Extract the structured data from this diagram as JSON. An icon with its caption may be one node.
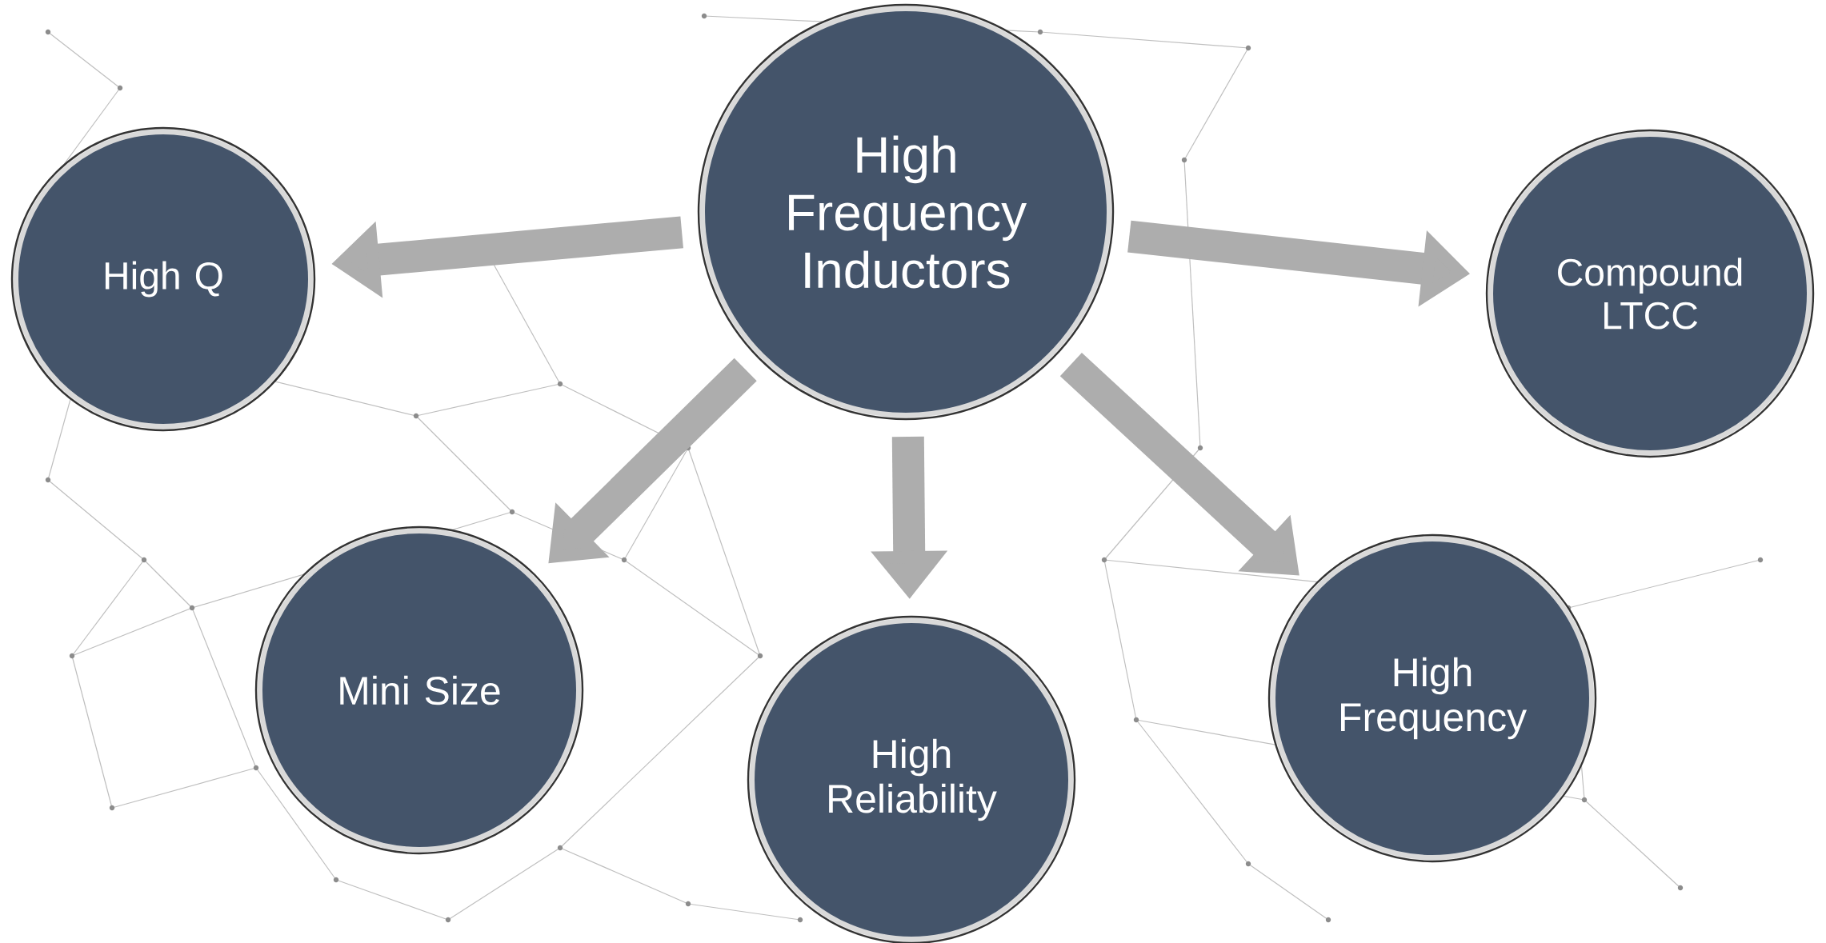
{
  "diagram": {
    "nodes": [
      {
        "text": [
          "High Frequency Inductors"
        ]
      },
      {
        "text": [
          "High Q"
        ]
      },
      {
        "text": [
          "Compound LTCC"
        ]
      },
      {
        "text": [
          "Mini Size"
        ]
      },
      {
        "text": [
          "High Reliability"
        ]
      },
      {
        "text": [
          "High Frequency"
        ]
      }
    ],
    "edges": [
      {
        "from": 0,
        "to": 1,
        "arrow": "to"
      },
      {
        "from": 0,
        "to": 2,
        "arrow": "to"
      },
      {
        "from": 0,
        "to": 3,
        "arrow": "to"
      },
      {
        "from": 0,
        "to": 4,
        "arrow": "to"
      },
      {
        "from": 0,
        "to": 5,
        "arrow": "to"
      }
    ]
  }
}
